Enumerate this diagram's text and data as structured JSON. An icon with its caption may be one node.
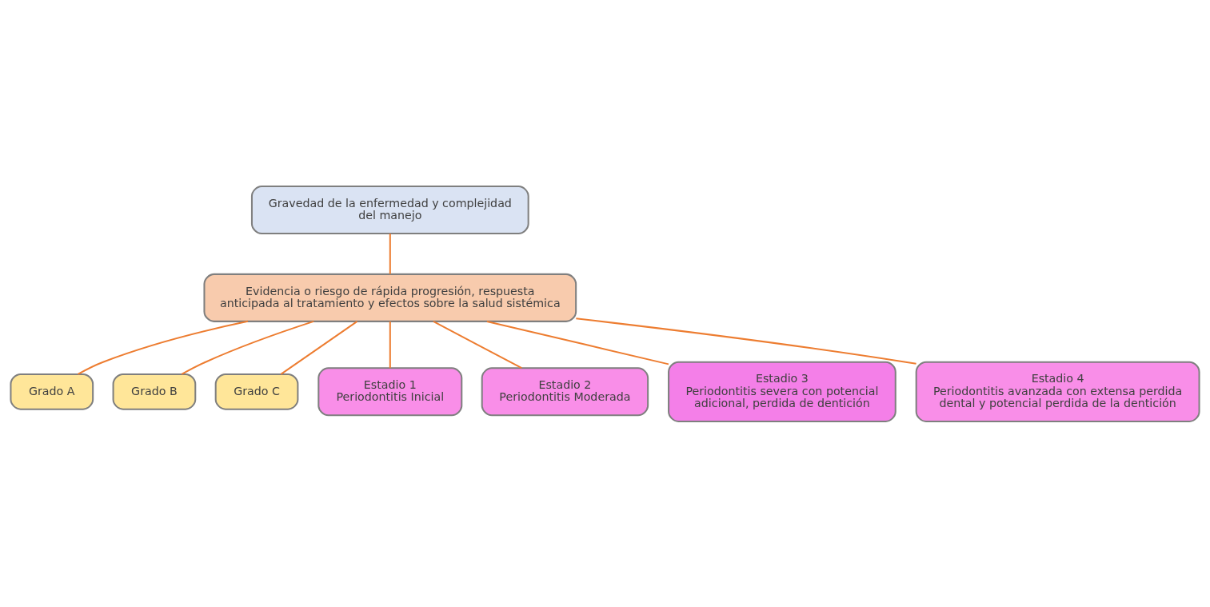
{
  "diagram": {
    "nodes": [
      {
        "text": [
          "Gravedad de la enfermedad y complejidad del manejo"
        ]
      },
      {
        "text": [
          "Evidencia o riesgo de rápida progresión, respuesta anticipada al tratamiento y efectos sobre la salud sistémica"
        ]
      },
      {
        "text": [
          "Grado A"
        ]
      },
      {
        "text": [
          "Grado B"
        ]
      },
      {
        "text": [
          "Grado C"
        ]
      },
      {
        "text": [
          "Estadio 1",
          "Periodontitis Inicial"
        ]
      },
      {
        "text": [
          "Estadio 2",
          "Periodontitis Moderada"
        ]
      },
      {
        "text": [
          "Estadio 3",
          "Periodontitis severa con potencial adicional, perdida de dentición"
        ]
      },
      {
        "text": [
          "Estadio 4",
          "Periodontitis avanzada con extensa perdida dental y potencial perdida de la dentición"
        ]
      }
    ],
    "edges": [
      {
        "from": 0,
        "to": 1,
        "arrow": "none"
      },
      {
        "from": 1,
        "to": 2,
        "arrow": "none"
      },
      {
        "from": 1,
        "to": 3,
        "arrow": "none"
      },
      {
        "from": 1,
        "to": 4,
        "arrow": "none"
      },
      {
        "from": 1,
        "to": 5,
        "arrow": "none"
      },
      {
        "from": 1,
        "to": 6,
        "arrow": "none"
      },
      {
        "from": 1,
        "to": 7,
        "arrow": "none"
      },
      {
        "from": 1,
        "to": 8,
        "arrow": "none"
      }
    ]
  }
}
